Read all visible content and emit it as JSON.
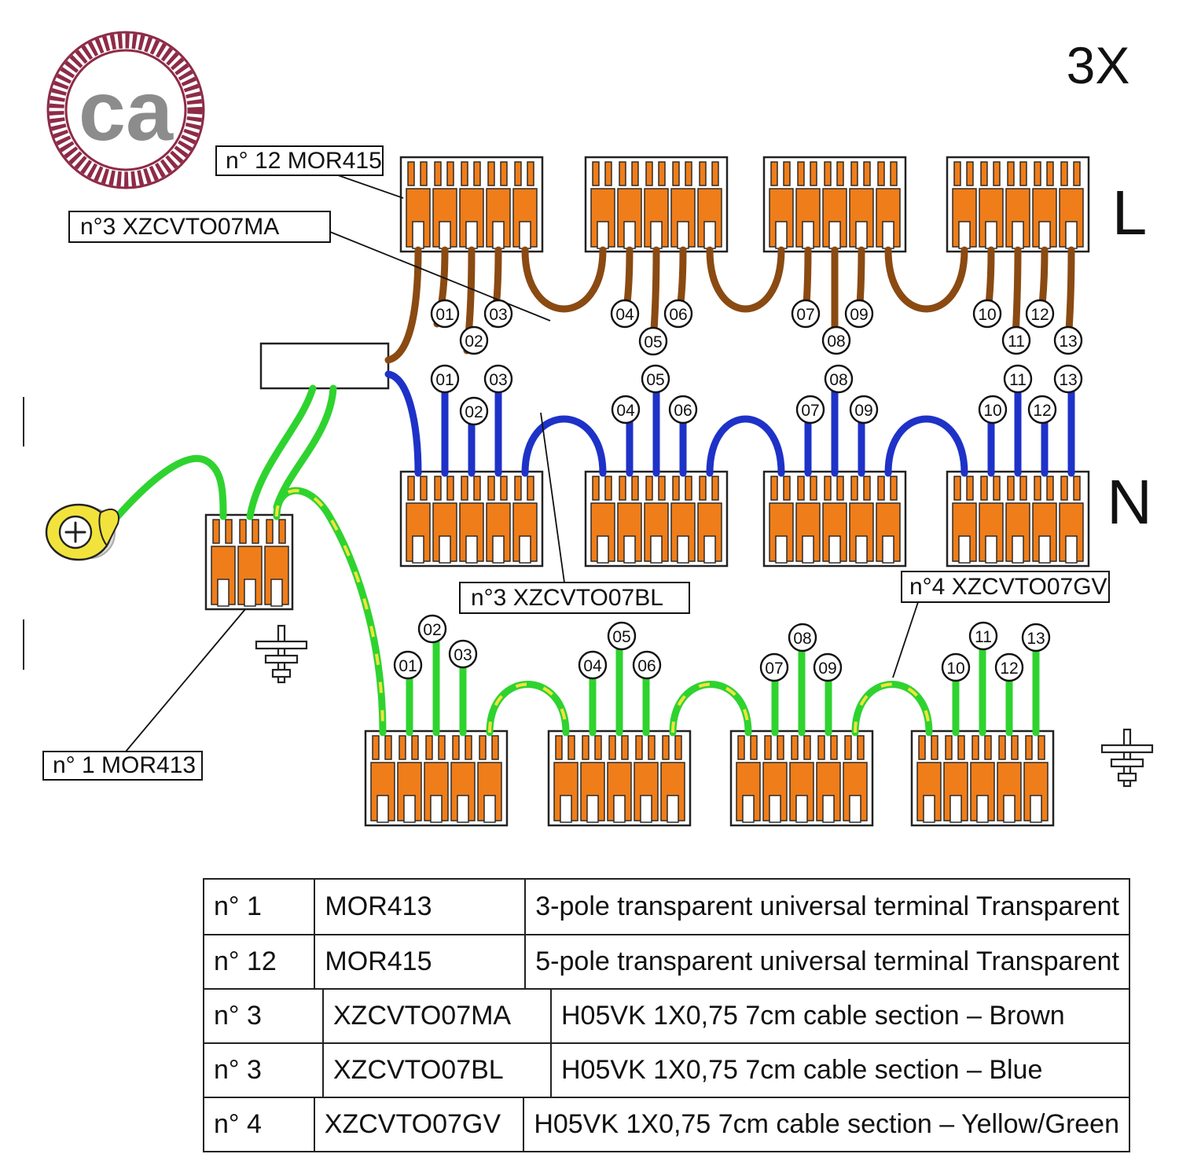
{
  "logo": {
    "text": "ca"
  },
  "annotations": {
    "quantity": "3X",
    "line_live": "L",
    "line_neutral": "N"
  },
  "labels": {
    "mor415": "n° 12 MOR415",
    "cable_brown": "n°3 XZCVTO07MA",
    "cable_blue": "n°3 XZCVTO07BL",
    "cable_green": "n°4 XZCVTO07GV",
    "mor413": "n° 1 MOR413"
  },
  "wire_numbers": [
    "01",
    "02",
    "03",
    "04",
    "05",
    "06",
    "07",
    "08",
    "09",
    "10",
    "11",
    "12",
    "13"
  ],
  "colors": {
    "orange": "#ef7d1a",
    "brown": "#8a4a12",
    "blue": "#1e32c8",
    "green": "#2fd32f",
    "yellow": "#f2e33c",
    "ring": "#8e2b47",
    "logo_gray": "#8c8c8c"
  },
  "table": {
    "rows": [
      {
        "no": "n° 1",
        "code": "MOR413",
        "desc": "3-pole transparent universal terminal Transparent"
      },
      {
        "no": "n° 12",
        "code": "MOR415",
        "desc": "5-pole transparent universal terminal Transparent"
      },
      {
        "no": "n° 3",
        "code": "XZCVTO07MA",
        "desc": "H05VK 1X0,75 7cm cable section – Brown"
      },
      {
        "no": "n° 3",
        "code": "XZCVTO07BL",
        "desc": "H05VK 1X0,75 7cm cable section – Blue"
      },
      {
        "no": "n° 4",
        "code": "XZCVTO07GV",
        "desc": "H05VK 1X0,75 7cm cable section – Yellow/Green"
      }
    ]
  }
}
